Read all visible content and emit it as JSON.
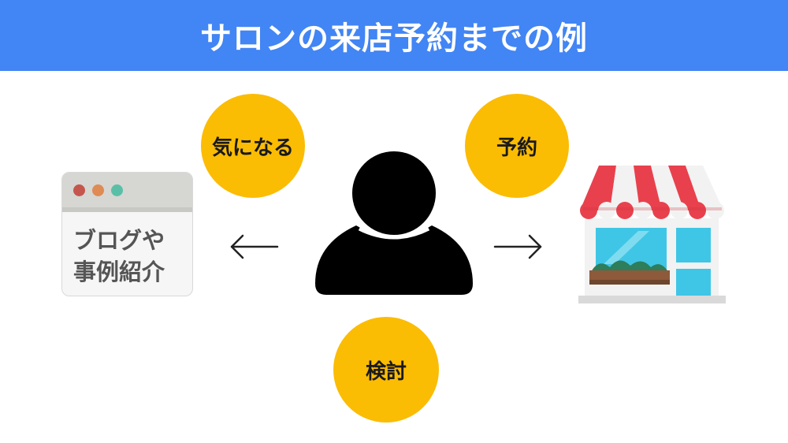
{
  "header": {
    "title": "サロンの来店予約までの例"
  },
  "bubbles": {
    "kininaru": "気になる",
    "yoyaku": "予約",
    "kento": "検討"
  },
  "browser_card": {
    "line1": "ブログや",
    "line2": "事例紹介"
  },
  "colors": {
    "header_bg": "#4285f4",
    "bubble": "#fbbc04",
    "awning_red": "#e8414d",
    "window_blue": "#3fc6e6"
  },
  "icons": [
    "person-icon",
    "shop-icon",
    "browser-window-icon",
    "arrow-left-icon",
    "arrow-right-icon"
  ]
}
